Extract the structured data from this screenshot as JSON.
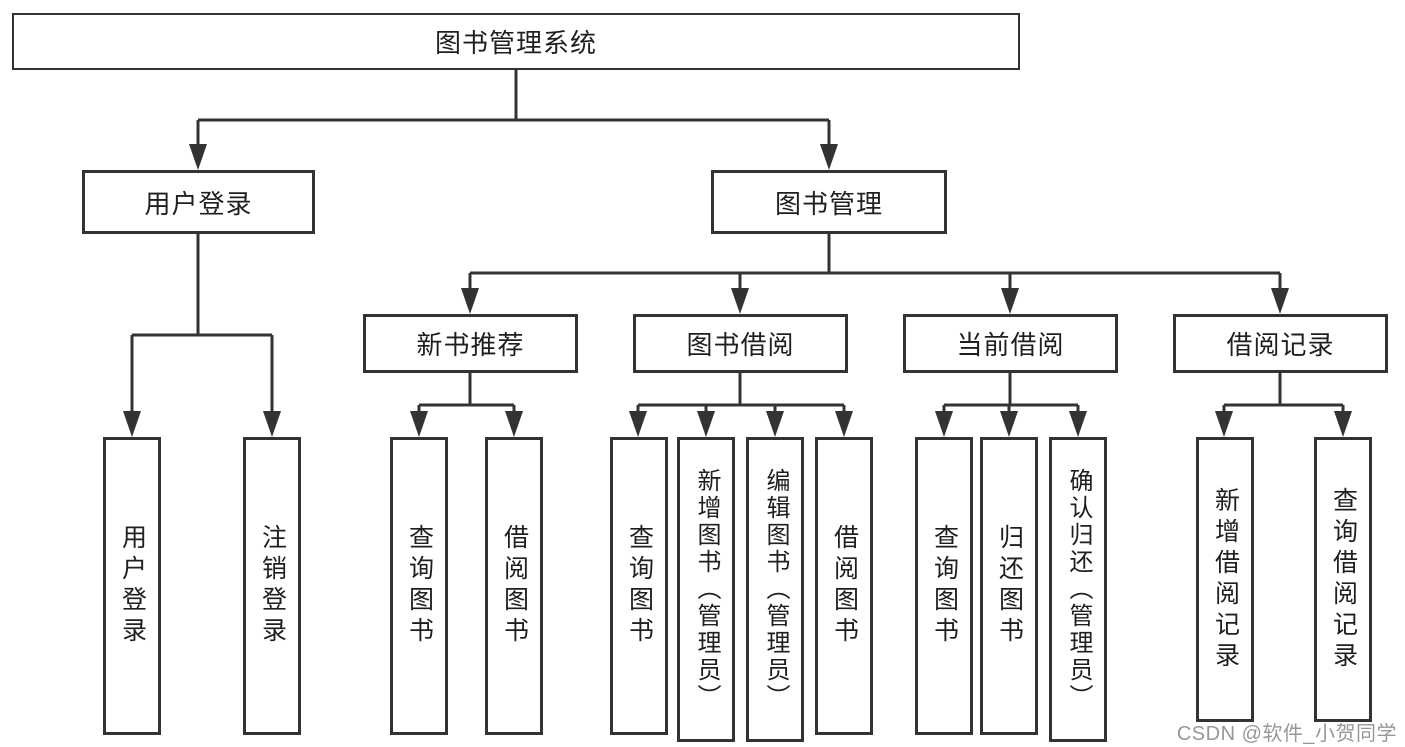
{
  "colors": {
    "line": "#333333",
    "box_border": "#333333",
    "text": "#1f1f1f",
    "watermark": "#9e9e9e",
    "background": "#ffffff"
  },
  "nodes": {
    "root": {
      "label": "图书管理系统"
    },
    "level2": [
      {
        "label": "用户登录"
      },
      {
        "label": "图书管理"
      }
    ],
    "level3": [
      {
        "label": "新书推荐",
        "parent": "图书管理"
      },
      {
        "label": "图书借阅",
        "parent": "图书管理"
      },
      {
        "label": "当前借阅",
        "parent": "图书管理"
      },
      {
        "label": "借阅记录",
        "parent": "图书管理"
      }
    ],
    "leaves": [
      {
        "label": "用户登录",
        "parent": "用户登录"
      },
      {
        "label": "注销登录",
        "parent": "用户登录"
      },
      {
        "label": "查询图书",
        "parent": "新书推荐"
      },
      {
        "label": "借阅图书",
        "parent": "新书推荐"
      },
      {
        "label": "查询图书",
        "parent": "图书借阅"
      },
      {
        "label": "新增图书（管理员）",
        "parent": "图书借阅"
      },
      {
        "label": "编辑图书（管理员）",
        "parent": "图书借阅"
      },
      {
        "label": "借阅图书",
        "parent": "图书借阅"
      },
      {
        "label": "查询图书",
        "parent": "当前借阅"
      },
      {
        "label": "归还图书",
        "parent": "当前借阅"
      },
      {
        "label": "确认归还（管理员）",
        "parent": "当前借阅"
      },
      {
        "label": "新增借阅记录",
        "parent": "借阅记录"
      },
      {
        "label": "查询借阅记录",
        "parent": "借阅记录"
      }
    ]
  },
  "watermark": {
    "text": "CSDN @软件_小贺同学"
  }
}
